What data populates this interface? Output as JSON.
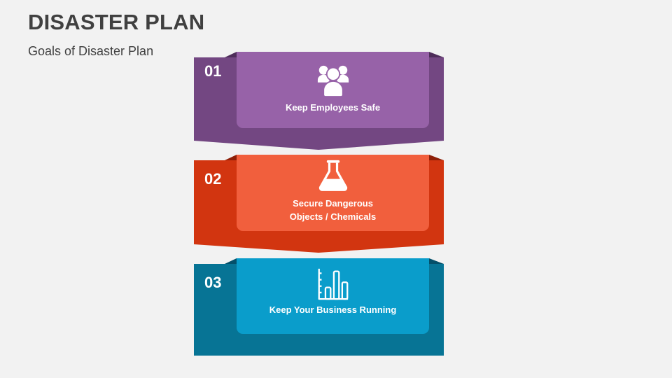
{
  "header": {
    "title": "DISASTER PLAN",
    "subtitle": "Goals of Disaster Plan"
  },
  "steps": [
    {
      "number": "01",
      "label": "Keep Employees Safe",
      "icon": "people-group-icon",
      "colors": {
        "outer": "#734782",
        "card": "#9762a8",
        "fold": "#4e2d5a"
      }
    },
    {
      "number": "02",
      "label_line1": "Secure Dangerous",
      "label_line2": "Objects / Chemicals",
      "icon": "flask-icon",
      "colors": {
        "outer": "#d23510",
        "card": "#f15f3d",
        "fold": "#8e1f08"
      }
    },
    {
      "number": "03",
      "label": "Keep Your Business Running",
      "icon": "bar-chart-icon",
      "colors": {
        "outer": "#077495",
        "card": "#0a9dcb",
        "fold": "#04506a"
      }
    }
  ]
}
